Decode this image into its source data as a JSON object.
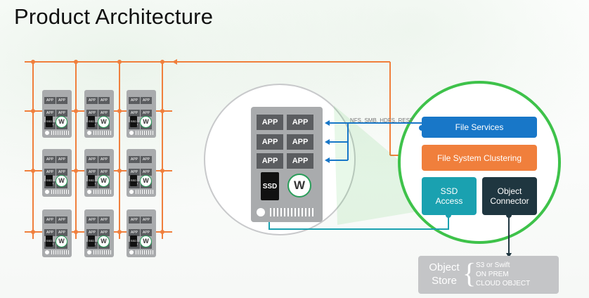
{
  "title": "Product Architecture",
  "small_server": {
    "app_label": "APP",
    "ssd_label": "SSD"
  },
  "zoom_server": {
    "app_label": "APP",
    "ssd_label": "SSD"
  },
  "protocols_label": "NFS, SMB, HDFS, REST",
  "components": {
    "file_services": "File Services",
    "fs_clustering": "File System Clustering",
    "ssd_access_line1": "SSD",
    "ssd_access_line2": "Access",
    "object_connector_line1": "Object",
    "object_connector_line2": "Connector"
  },
  "object_store": {
    "label_line1": "Object",
    "label_line2": "Store",
    "option1": "S3 or Swift",
    "option2": "ON PREM",
    "option3": "CLOUD OBJECT"
  },
  "colors": {
    "orange": "#f07f3c",
    "blue": "#1877c8",
    "teal": "#1aa1b0",
    "green": "#3ec24a",
    "dark": "#1f3640",
    "gray": "#a9abad"
  }
}
